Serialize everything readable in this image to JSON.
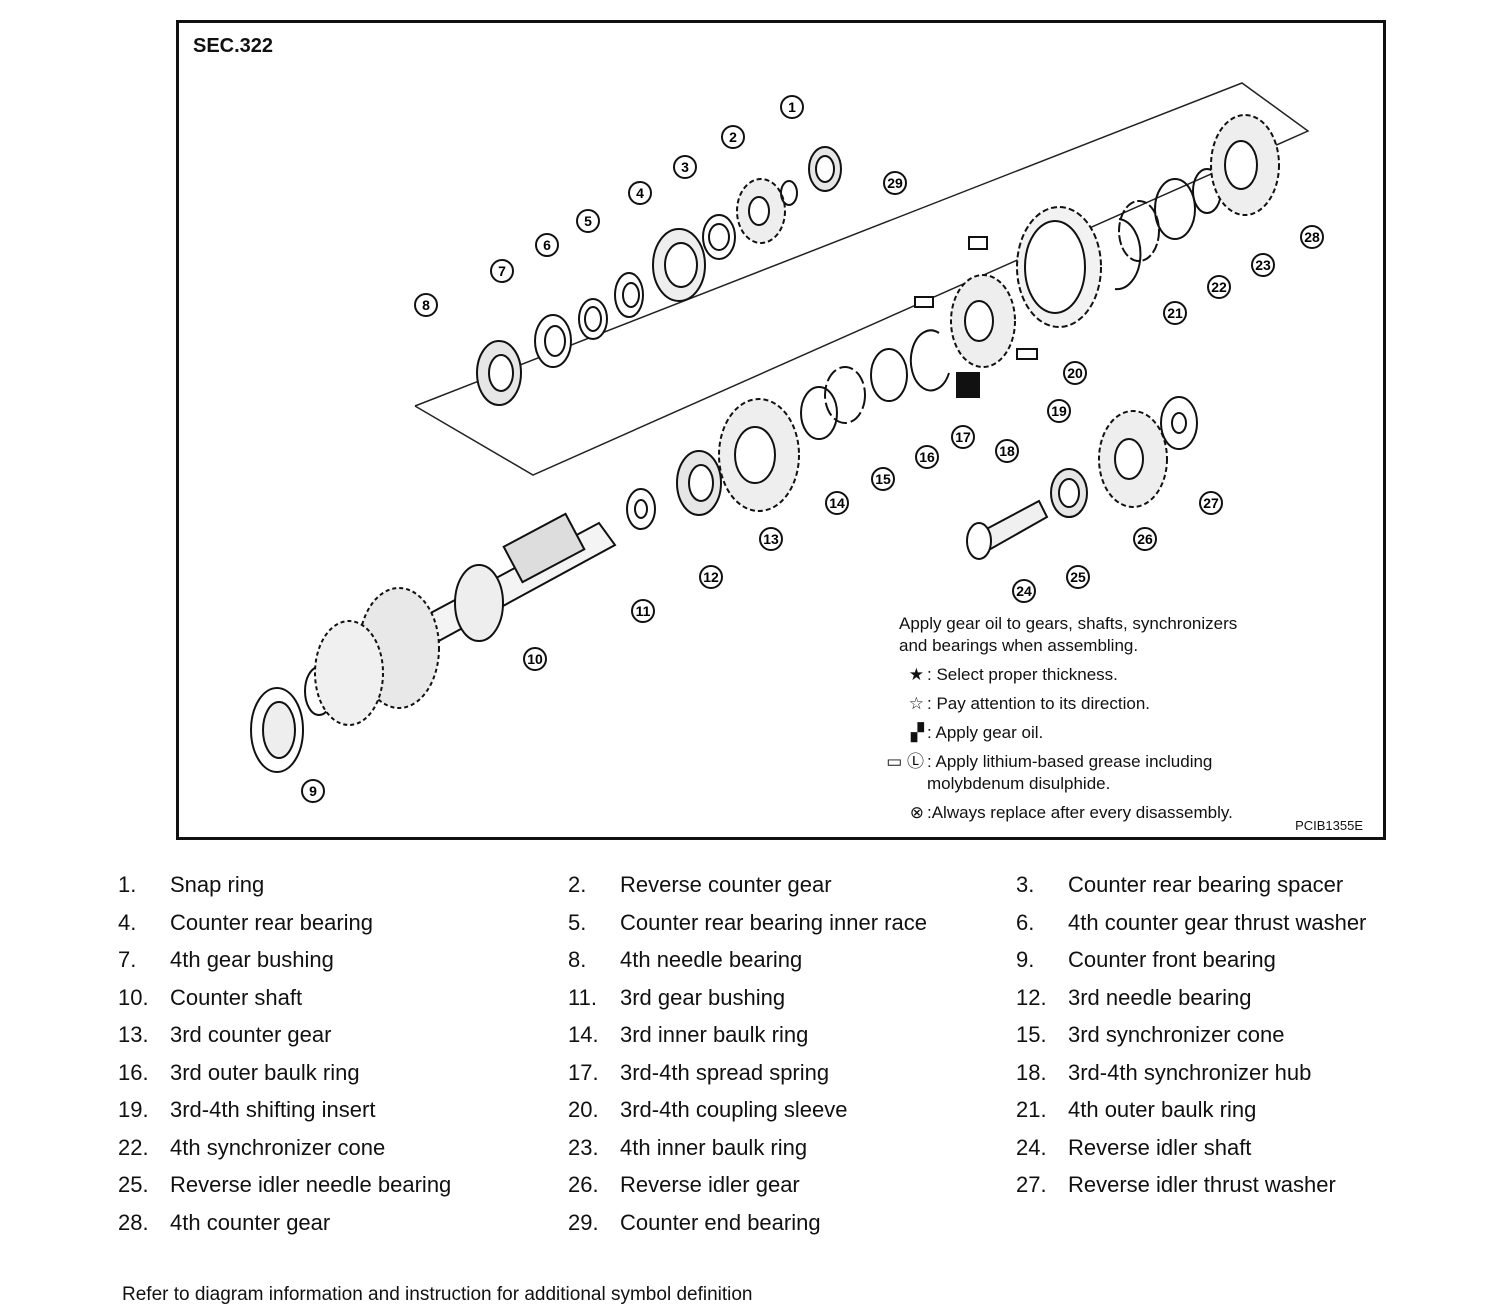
{
  "figure": {
    "section": "SEC.322",
    "code": "PCIB1355E",
    "callout_numbers": [
      "1",
      "2",
      "3",
      "4",
      "5",
      "6",
      "7",
      "8",
      "9",
      "10",
      "11",
      "12",
      "13",
      "14",
      "15",
      "16",
      "17",
      "18",
      "19",
      "20",
      "21",
      "22",
      "23",
      "24",
      "25",
      "26",
      "27",
      "28",
      "29"
    ]
  },
  "legend": {
    "note_line1": "Apply gear oil to gears, shafts, synchronizers",
    "note_line2": "and bearings when assembling.",
    "items": [
      {
        "symbol": "filled-star-icon",
        "text": ": Select proper thickness."
      },
      {
        "symbol": "outline-star-icon",
        "text": ": Pay attention to its direction."
      },
      {
        "symbol": "oil-can-icon",
        "text": ": Apply gear oil."
      },
      {
        "symbol": "grease-L-icon",
        "text": ": Apply lithium-based grease including",
        "text2": "molybdenum disulphide."
      },
      {
        "symbol": "replace-x-icon",
        "text": ":Always replace after every disassembly."
      }
    ]
  },
  "parts": [
    {
      "num": "1.",
      "name": "Snap ring"
    },
    {
      "num": "2.",
      "name": "Reverse counter gear"
    },
    {
      "num": "3.",
      "name": "Counter rear bearing spacer"
    },
    {
      "num": "4.",
      "name": "Counter rear bearing"
    },
    {
      "num": "5.",
      "name": "Counter rear bearing inner race"
    },
    {
      "num": "6.",
      "name": "4th counter gear thrust washer"
    },
    {
      "num": "7.",
      "name": "4th gear bushing"
    },
    {
      "num": "8.",
      "name": "4th needle bearing"
    },
    {
      "num": "9.",
      "name": "Counter front bearing"
    },
    {
      "num": "10.",
      "name": "Counter shaft"
    },
    {
      "num": "11.",
      "name": "3rd gear bushing"
    },
    {
      "num": "12.",
      "name": "3rd needle bearing"
    },
    {
      "num": "13.",
      "name": "3rd counter gear"
    },
    {
      "num": "14.",
      "name": "3rd inner baulk ring"
    },
    {
      "num": "15.",
      "name": "3rd synchronizer cone"
    },
    {
      "num": "16.",
      "name": "3rd outer baulk ring"
    },
    {
      "num": "17.",
      "name": "3rd-4th spread spring"
    },
    {
      "num": "18.",
      "name": "3rd-4th synchronizer hub"
    },
    {
      "num": "19.",
      "name": "3rd-4th shifting insert"
    },
    {
      "num": "20.",
      "name": "3rd-4th coupling sleeve"
    },
    {
      "num": "21.",
      "name": "4th outer baulk ring"
    },
    {
      "num": "22.",
      "name": "4th synchronizer cone"
    },
    {
      "num": "23.",
      "name": "4th inner baulk ring"
    },
    {
      "num": "24.",
      "name": "Reverse idler shaft"
    },
    {
      "num": "25.",
      "name": "Reverse idler needle bearing"
    },
    {
      "num": "26.",
      "name": "Reverse idler gear"
    },
    {
      "num": "27.",
      "name": "Reverse idler thrust washer"
    },
    {
      "num": "28.",
      "name": "4th counter gear"
    },
    {
      "num": "29.",
      "name": "Counter end bearing"
    }
  ],
  "footer": "Refer to diagram information and instruction for additional symbol definition"
}
